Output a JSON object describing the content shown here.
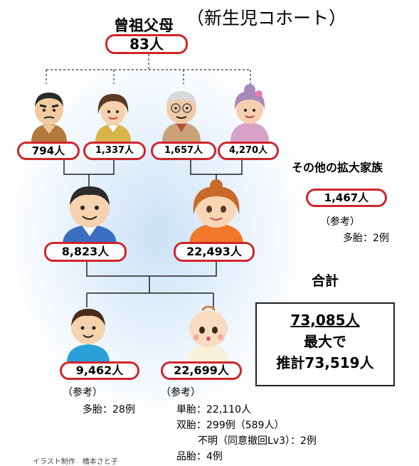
{
  "title": "（新生児コホート）",
  "great_grandparents": {
    "label": "曾祖父母",
    "count": "83人"
  },
  "grandparents": [
    {
      "count": "794人"
    },
    {
      "count": "1,337人"
    },
    {
      "count": "1,657人"
    },
    {
      "count": "4,270人"
    }
  ],
  "parents": [
    {
      "count": "8,823人"
    },
    {
      "count": "22,493人"
    }
  ],
  "children": [
    {
      "count": "9,462人"
    },
    {
      "count": "22,699人"
    }
  ],
  "extended_family": {
    "label": "その他の拡大家族",
    "count": "1,467人",
    "ref_label": "（参考）",
    "ref_note": "多胎：2例"
  },
  "total": {
    "label": "合計",
    "count": "73,085人",
    "max_label": "最大で",
    "estimate": "推計73,519人"
  },
  "child_left_ref": {
    "label": "（参考）",
    "note": "多胎：28例"
  },
  "child_right_ref": {
    "label": "（参考）",
    "lines": [
      "単胎：22,110人",
      "双胎：299例（589人）",
      "不明（同意撤回Lv3）：2例",
      "品胎：4例"
    ]
  },
  "credit": "イラスト制作　橋本さと子"
}
